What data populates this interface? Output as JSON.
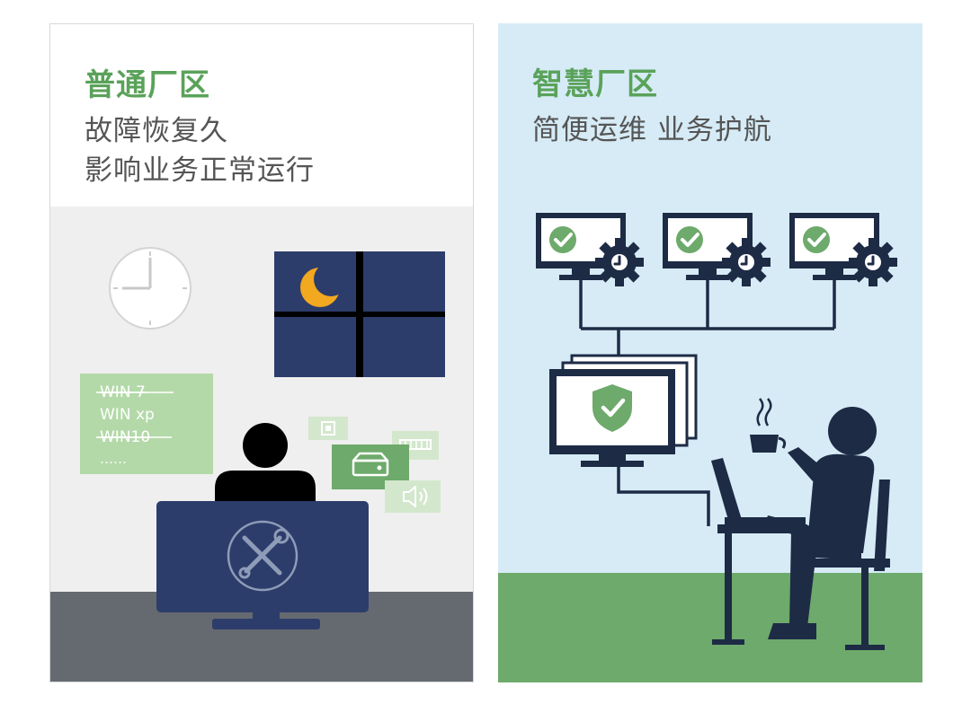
{
  "left_panel": {
    "title": "普通厂区",
    "subtitle_lines": [
      "故障恢复久",
      "影响业务正常运行"
    ],
    "os_list": [
      {
        "label": "WIN 7",
        "struck": true
      },
      {
        "label": "WIN xp",
        "struck": false
      },
      {
        "label": "WIN10",
        "struck": true
      },
      {
        "label": "……",
        "struck": false
      }
    ],
    "icons": [
      "clock-icon",
      "moon-icon",
      "chip-icon",
      "hard-drive-icon",
      "memory-icon",
      "speaker-icon",
      "tools-icon"
    ]
  },
  "right_panel": {
    "title": "智慧厂区",
    "subtitle": "简便运维  业务护航",
    "icons": [
      "check-icon",
      "gear-icon",
      "shield-check-icon",
      "coffee-cup-icon",
      "laptop-icon"
    ]
  },
  "colors": {
    "title_green": "#5aa25a",
    "navy": "#2d3d6b",
    "dark_navy": "#1d2b45",
    "light_green": "#b3d9a8",
    "sky_blue": "#d6ebf6",
    "grass_green": "#6daa6b"
  }
}
